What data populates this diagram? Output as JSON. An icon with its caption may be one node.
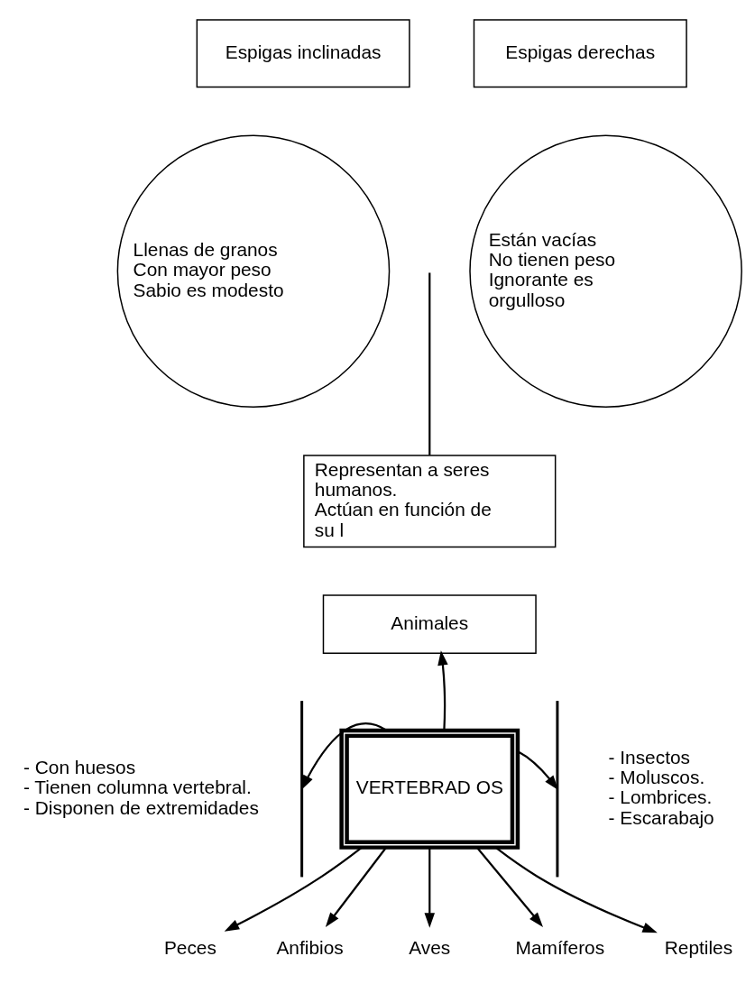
{
  "diagram": {
    "nodes": [
      {
        "text": [
          "Espigas inclinadas"
        ]
      },
      {
        "text": [
          "Espigas derechas"
        ]
      },
      {
        "text": [
          "Llenas de granos Con mayor peso Sabio es modesto"
        ]
      },
      {
        "text": [
          "Están vacías No tienen peso Ignorante es orgulloso"
        ]
      },
      {
        "text": [
          "Representan a seres humanos. Actúan en función de su l"
        ]
      },
      {
        "text": [
          "Animales"
        ]
      },
      {
        "text": [
          "VERTEBRAD OS"
        ]
      },
      {
        "text": [],
        "shape": "bar",
        "beside": [
          "- Con huesos",
          "- Tienen columna vertebral.",
          "- Disponen de extremidades"
        ]
      },
      {
        "text": [],
        "shape": "bar",
        "beside": [
          "- Insectos",
          "- Moluscos.",
          "- Lombrices.",
          "- Escarabajo"
        ]
      },
      {
        "text": [
          "Peces"
        ]
      },
      {
        "text": [
          "Anfibios"
        ]
      },
      {
        "text": [
          "Aves"
        ]
      },
      {
        "text": [
          "Mamíferos"
        ]
      },
      {
        "text": [
          "Reptiles"
        ]
      }
    ],
    "edges": [
      {
        "from": null,
        "to": 4,
        "arrow": "none"
      },
      {
        "from": 6,
        "to": 5,
        "arrow": "to"
      },
      {
        "from": 6,
        "to": 7,
        "arrow": "to"
      },
      {
        "from": 6,
        "to": 8,
        "arrow": "to"
      },
      {
        "from": 6,
        "to": 9,
        "arrow": "to"
      },
      {
        "from": 6,
        "to": 10,
        "arrow": "to"
      },
      {
        "from": 6,
        "to": 11,
        "arrow": "to"
      },
      {
        "from": 6,
        "to": 12,
        "arrow": "to"
      },
      {
        "from": 6,
        "to": 13,
        "arrow": "to"
      }
    ]
  }
}
